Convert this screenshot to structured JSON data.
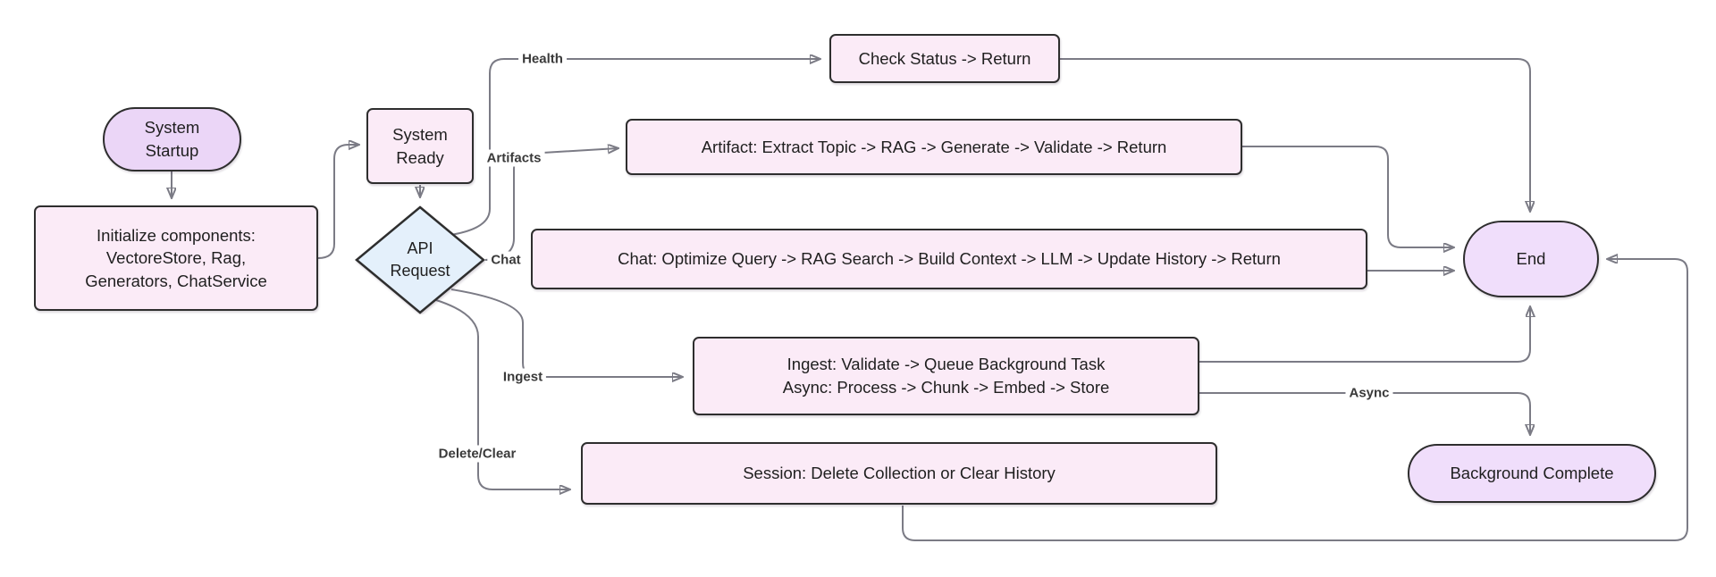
{
  "diagram": {
    "title": "API service flowchart",
    "nodes": {
      "startup": {
        "shape": "stadium",
        "lines": [
          "System",
          "Startup"
        ]
      },
      "init": {
        "shape": "rect",
        "lines": [
          "Initialize components:",
          "VectoreStore, Rag,",
          "Generators, ChatService"
        ]
      },
      "ready": {
        "shape": "rect",
        "lines": [
          "System",
          "Ready"
        ]
      },
      "api_request": {
        "shape": "diamond",
        "lines": [
          "API",
          "Request"
        ]
      },
      "health": {
        "shape": "rect",
        "label": "Check Status -> Return"
      },
      "artifact": {
        "shape": "rect",
        "label": "Artifact: Extract Topic -> RAG -> Generate -> Validate -> Return"
      },
      "chat": {
        "shape": "rect",
        "label": "Chat: Optimize Query -> RAG Search -> Build Context -> LLM -> Update History -> Return"
      },
      "ingest": {
        "shape": "rect",
        "lines": [
          "Ingest: Validate -> Queue Background Task",
          "Async: Process -> Chunk -> Embed -> Store"
        ]
      },
      "session": {
        "shape": "rect",
        "label": "Session: Delete Collection or Clear History"
      },
      "end": {
        "shape": "stadium",
        "label": "End"
      },
      "background_complete": {
        "shape": "stadium",
        "label": "Background Complete"
      }
    },
    "edge_labels": {
      "health": "Health",
      "artifacts": "Artifacts",
      "chat": "Chat",
      "ingest": "Ingest",
      "delete_clear": "Delete/Clear",
      "async": "Async"
    }
  },
  "colors": {
    "node_fill_pink": "#fbebf7",
    "node_fill_purple": "#ebd6f7",
    "node_fill_purple_light": "#f0defb",
    "diamond_fill": "#e4f0fb",
    "node_border": "#2e2e2e",
    "edge_stroke": "#7b7b85",
    "arrow_fill": "#45454d",
    "edge_label_color": "#3a3a3a"
  }
}
